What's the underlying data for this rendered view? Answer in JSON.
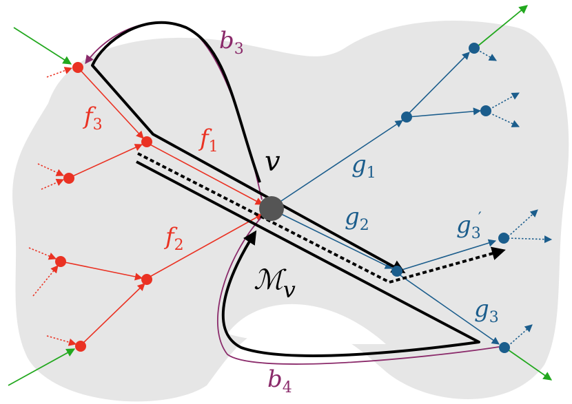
{
  "colors": {
    "background_blob": "#e6e6e6",
    "incoming_edges": "#ea3223",
    "outgoing_edges": "#1b5d8c",
    "boundary_arrows": "#22a81e",
    "loop_paths": "#8a2a6a",
    "center_node": "#555555",
    "contour": "#000000"
  },
  "labels": {
    "v": "v",
    "M": "ℳ",
    "M_sub": "v",
    "f1_base": "f",
    "f1_sub": "1",
    "f2_base": "f",
    "f2_sub": "2",
    "f3_base": "f",
    "f3_sub": "3",
    "g1_base": "g",
    "g1_sub": "1",
    "g2_base": "g",
    "g2_sub": "2",
    "g3_base": "g",
    "g3_sub": "3",
    "g3p_base": "g",
    "g3p_sub": "3",
    "g3p_prime": "′",
    "b3_base": "b",
    "b3_sub": "3",
    "b4_base": "b",
    "b4_sub": "4"
  }
}
